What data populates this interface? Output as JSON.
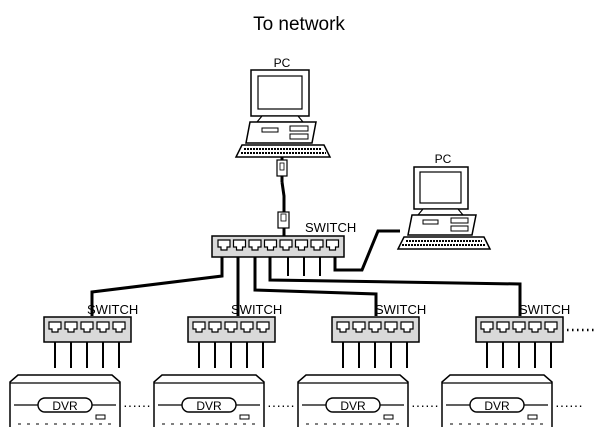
{
  "diagram": {
    "title": "To network",
    "pc_label": "PC",
    "switch_label": "SWITCH",
    "dvr_label": "DVR",
    "ellipsis": "······",
    "colors": {
      "line": "#000000",
      "fill_light": "#d9d9d9",
      "fill_white": "#ffffff"
    }
  }
}
